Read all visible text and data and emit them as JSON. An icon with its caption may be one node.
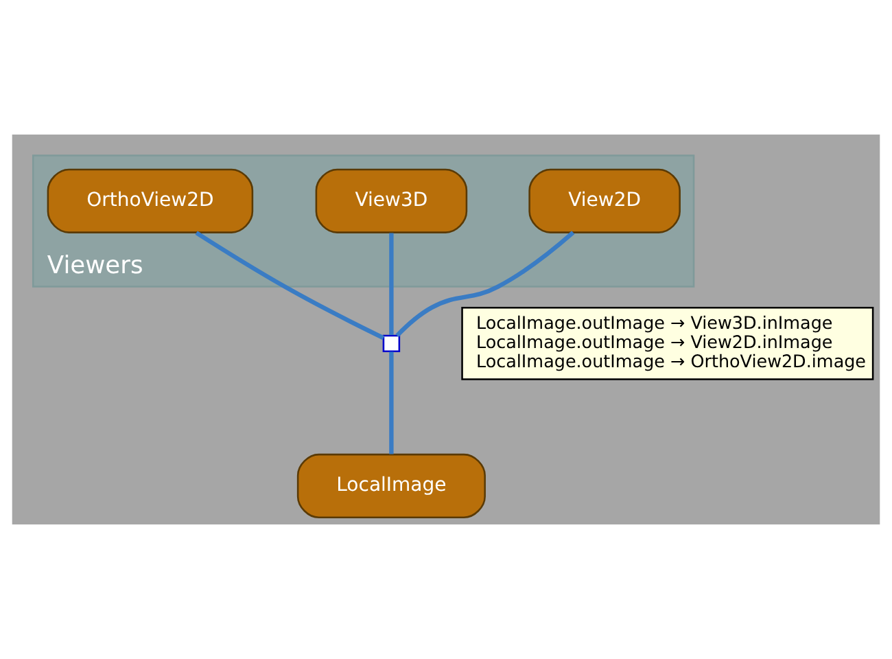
{
  "diagram": {
    "nodes": [
      {
        "text": [
          "Viewers"
        ]
      },
      {
        "text": [
          "View2D"
        ],
        "in": 0
      },
      {
        "text": [
          "View3D"
        ],
        "in": 0
      },
      {
        "text": [
          "OrthoView2D"
        ],
        "in": 0
      },
      {
        "text": [],
        "shape": "box"
      },
      {
        "text": [
          "LocalImage"
        ]
      }
    ],
    "edges": [
      {
        "from": 5,
        "to": 4,
        "arrow": "none"
      },
      {
        "from": 4,
        "to": 1,
        "arrow": "none"
      },
      {
        "from": 4,
        "to": 2,
        "arrow": "none"
      },
      {
        "from": 4,
        "to": 3,
        "arrow": "none"
      }
    ],
    "labels": [
      "LocalImage.outImage → View3D.inImage",
      "LocalImage.outImage → View2D.inImage",
      "LocalImage.outImage → OrthoView2D.image"
    ]
  }
}
